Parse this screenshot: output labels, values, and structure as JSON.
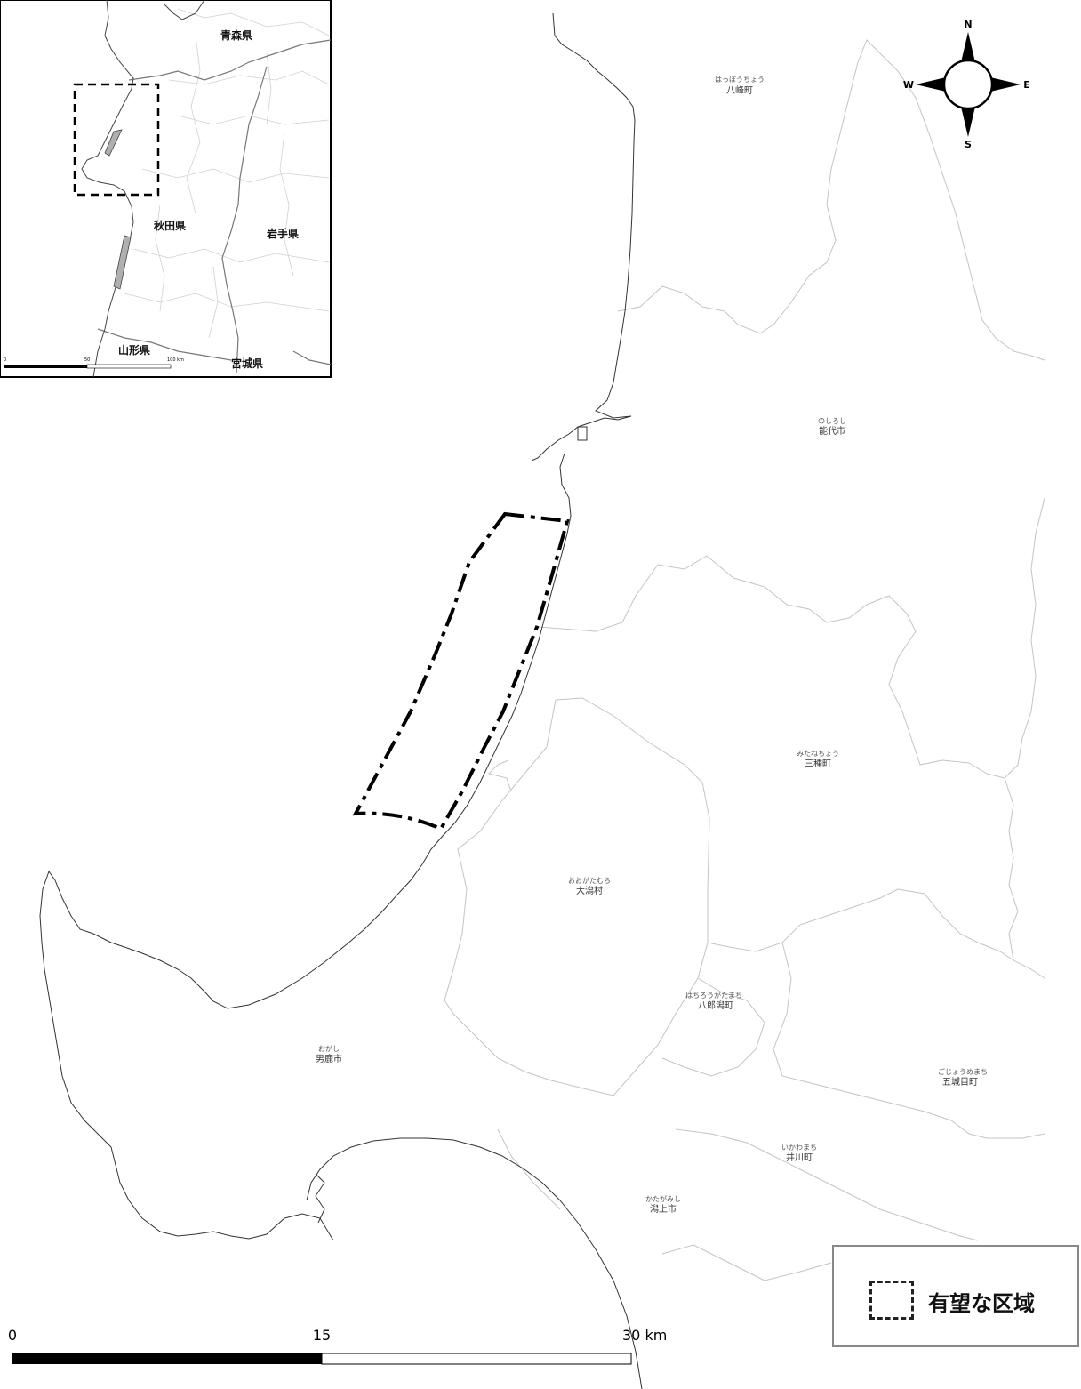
{
  "towns": [
    {
      "kana": "はっぽうちょう",
      "name": "八峰町"
    },
    {
      "kana": "のしろし",
      "name": "能代市"
    },
    {
      "kana": "みたねちょう",
      "name": "三種町"
    },
    {
      "kana": "おおがたむら",
      "name": "大潟村"
    },
    {
      "kana": "はちろうがたまち",
      "name": "八郎潟町"
    },
    {
      "kana": "おがし",
      "name": "男鹿市"
    },
    {
      "kana": "ごじょうめまち",
      "name": "五城目町"
    },
    {
      "kana": "いかわまち",
      "name": "井川町"
    },
    {
      "kana": "かたがみし",
      "name": "潟上市"
    }
  ],
  "inset": {
    "prefectures": [
      "青森県",
      "秋田県",
      "岩手県",
      "山形県",
      "宮城県"
    ],
    "scale_labels": [
      "0",
      "50",
      "100 km"
    ]
  },
  "compass": {
    "n": "N",
    "s": "S",
    "e": "E",
    "w": "W"
  },
  "scale": {
    "labels": [
      "0",
      "15",
      "30 km"
    ]
  },
  "legend": {
    "label": "有望な区域"
  },
  "colors": {
    "boundary": "#bbbbbb",
    "coast": "#333333",
    "area": "#000000",
    "inset_highlight": "#b0b0b0"
  }
}
